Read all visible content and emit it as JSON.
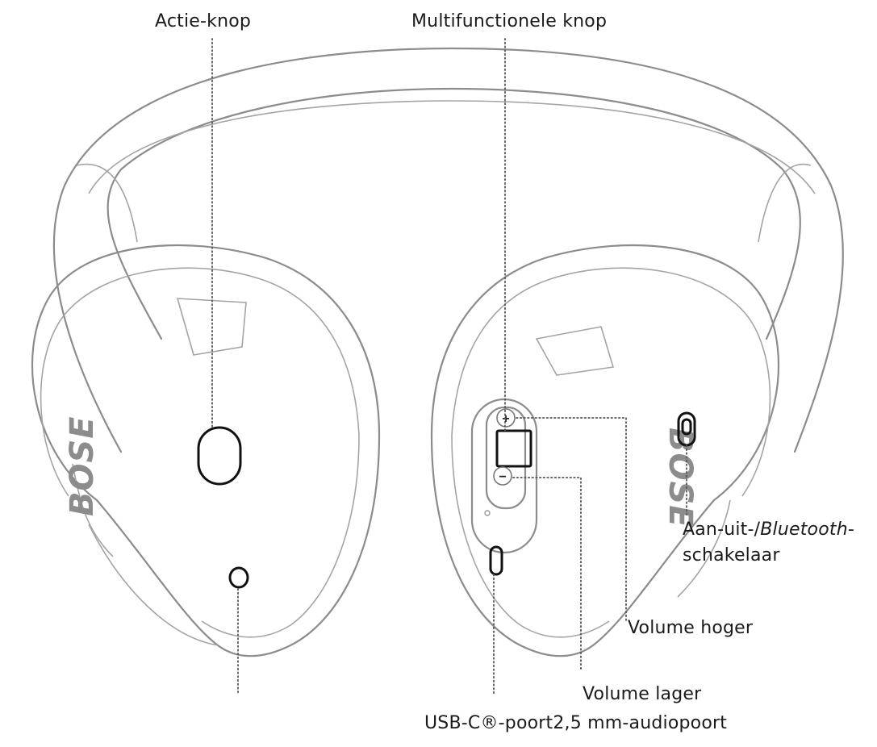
{
  "brand": "BOSE",
  "labels": {
    "action_button": "Actie-knop",
    "multifunction_button": "Multifunctionele knop",
    "power_bluetooth_a": "Aan-uit-/",
    "power_bluetooth_b": "Bluetooth",
    "power_bluetooth_c": "-",
    "power_bluetooth_line2": "schakelaar",
    "volume_up": "Volume hoger",
    "volume_down": "Volume lager",
    "usb_c_port": "USB-C®-poort2,5 mm-audiopoort"
  },
  "button_symbols": {
    "plus": "+",
    "minus": "−"
  },
  "colors": {
    "outline": "#8c8c8c",
    "leader": "#555555",
    "text": "#1a1a1a"
  }
}
